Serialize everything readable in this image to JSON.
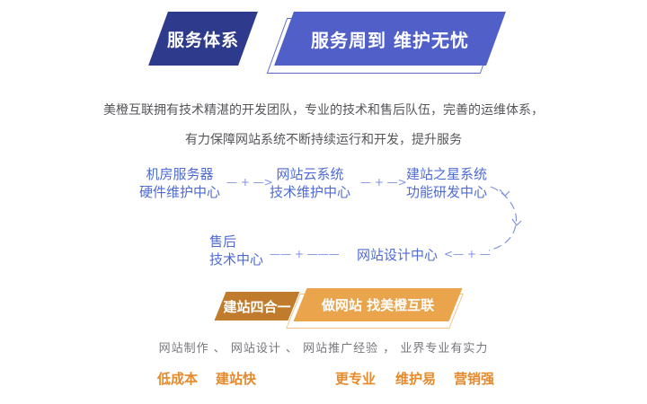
{
  "service_section": {
    "tag": "服务体系",
    "headline": "服务周到 维护无忧",
    "colors": {
      "tag_bg": "#2e3a8c",
      "headline_bg": "#5060c8",
      "outline": "#5a6ac9",
      "flow_text": "#4f6bd3",
      "flow_arrow": "#7e92e0"
    },
    "intro_line1": "美橙互联拥有技术精湛的开发团队，专业的技术和售后队伍，完善的运维体系，",
    "intro_line2": "有力保障网站系统不断持续运行和开发，提升服务",
    "flow": {
      "node1_line1": "机房服务器",
      "node1_line2": "硬件维护中心",
      "arrow1": "— + —>",
      "node2_line1": "网站云系统",
      "node2_line2": "技术维护中心",
      "arrow2": "— + —>",
      "node3_line1": "建站之星系统",
      "node3_line2": "功能研发中心",
      "node4_line1": "售后",
      "node4_line2": "技术中心",
      "arrow3": "—— + ———",
      "node5": "网站设计中心",
      "arrow4": "<— + —"
    }
  },
  "promo_section": {
    "tag": "建站四合一",
    "headline": "做网站 找美橙互联",
    "colors": {
      "tag_bg": "#c07c2c",
      "headline_bg": "#eaa44c",
      "outline": "#f0c584",
      "keyword_color": "#e5892b"
    },
    "subline": "网站制作 、 网站设计 、 网站推广经验 ， 业界专业有实力",
    "keywords": [
      "低成本",
      "建站快",
      "更专业",
      "维护易",
      "营销强"
    ]
  }
}
